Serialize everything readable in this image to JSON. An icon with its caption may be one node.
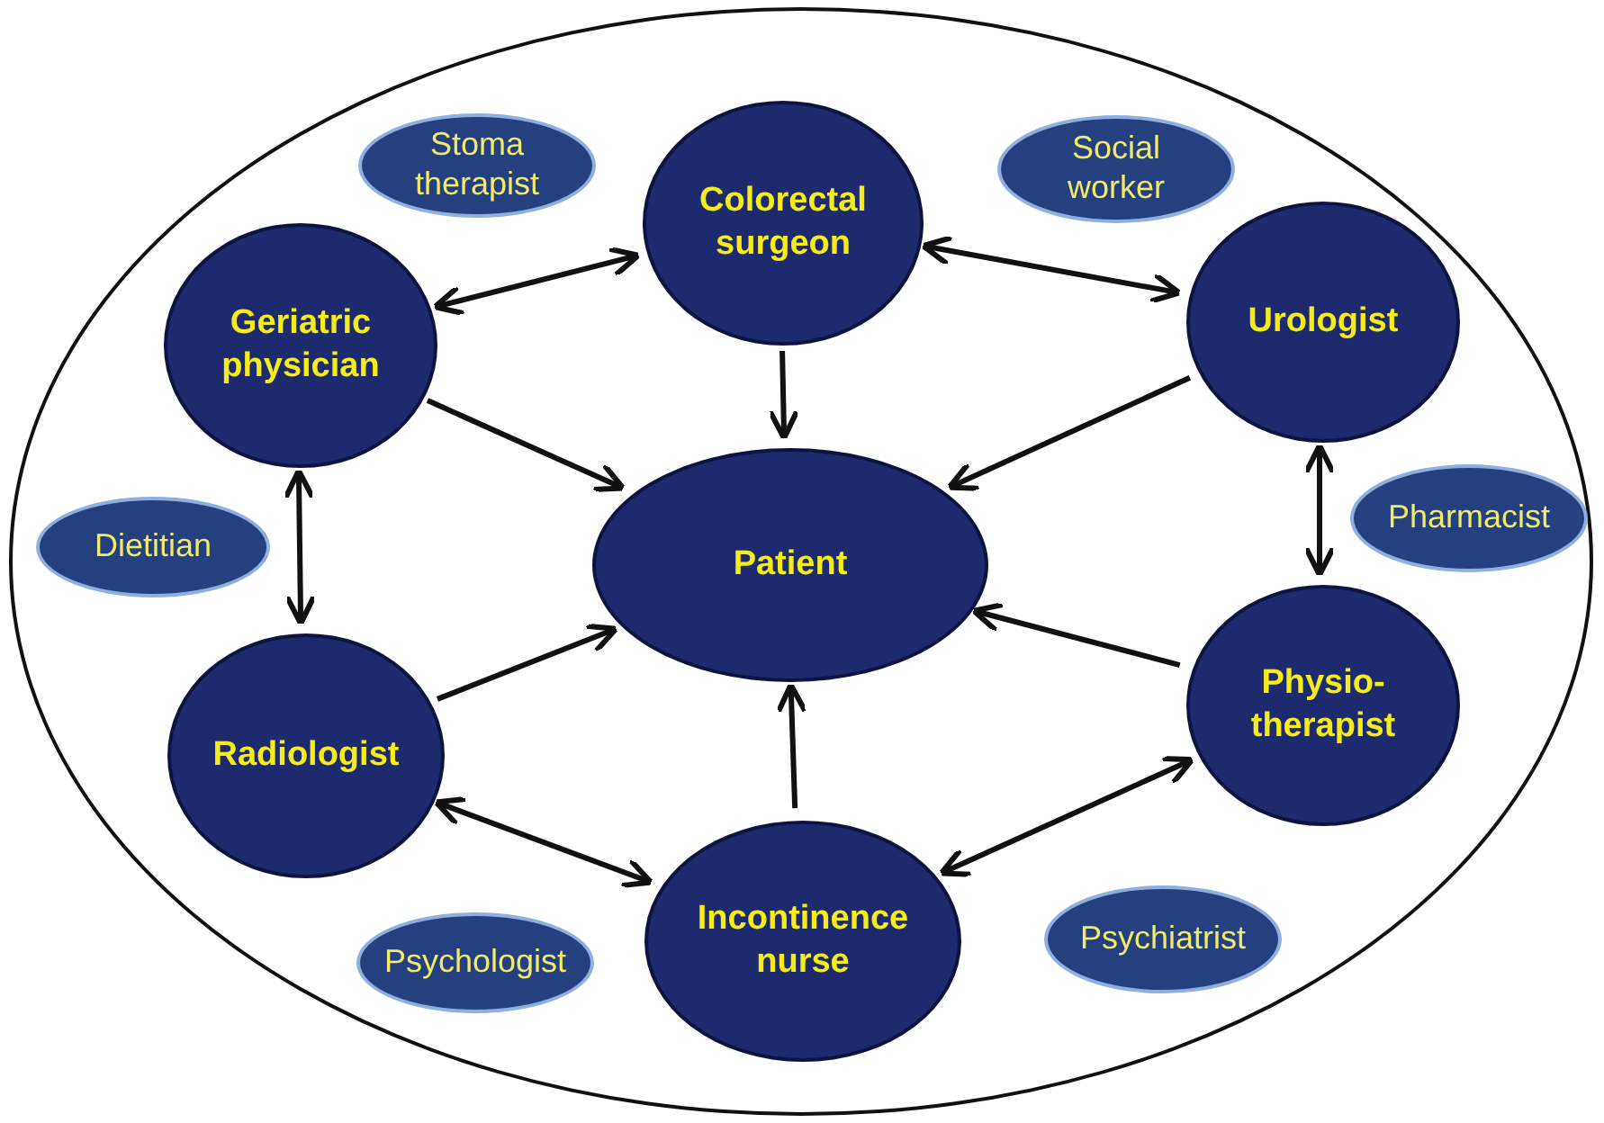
{
  "diagram": {
    "nodes": [
      {
        "text": [],
        "shape": "ellipse"
      },
      {
        "text": [
          "Colorectal surgeon"
        ],
        "in": 0
      },
      {
        "text": [
          "Geriatric physician"
        ],
        "in": 0
      },
      {
        "text": [
          "Urologist"
        ],
        "in": 0
      },
      {
        "text": [
          "Patient"
        ],
        "in": 0
      },
      {
        "text": [
          "Radiologist"
        ],
        "in": 0
      },
      {
        "text": [
          "Physio- therapist"
        ],
        "in": 0
      },
      {
        "text": [
          "Incontinence nurse"
        ],
        "in": 0
      },
      {
        "text": [
          "Stoma therapist"
        ],
        "in": 0
      },
      {
        "text": [
          "Social worker"
        ],
        "in": 0
      },
      {
        "text": [
          "Dietitian"
        ],
        "in": 0
      },
      {
        "text": [
          "Pharmacist"
        ],
        "in": 0
      },
      {
        "text": [
          "Psychologist"
        ],
        "in": 0
      },
      {
        "text": [
          "Psychiatrist"
        ],
        "in": 0
      }
    ],
    "edges": [
      {
        "from": 1,
        "to": 2,
        "arrow": "both"
      },
      {
        "from": 1,
        "to": 3,
        "arrow": "both"
      },
      {
        "from": 1,
        "to": 4,
        "arrow": "to"
      },
      {
        "from": 2,
        "to": 4,
        "arrow": "to"
      },
      {
        "from": 3,
        "to": 4,
        "arrow": "to"
      },
      {
        "from": 2,
        "to": 5,
        "arrow": "both"
      },
      {
        "from": 3,
        "to": 6,
        "arrow": "both"
      },
      {
        "from": 5,
        "to": 4,
        "arrow": "to"
      },
      {
        "from": 6,
        "to": 4,
        "arrow": "to"
      },
      {
        "from": 7,
        "to": 4,
        "arrow": "to"
      },
      {
        "from": 5,
        "to": 7,
        "arrow": "both"
      },
      {
        "from": 7,
        "to": 6,
        "arrow": "both"
      }
    ]
  }
}
